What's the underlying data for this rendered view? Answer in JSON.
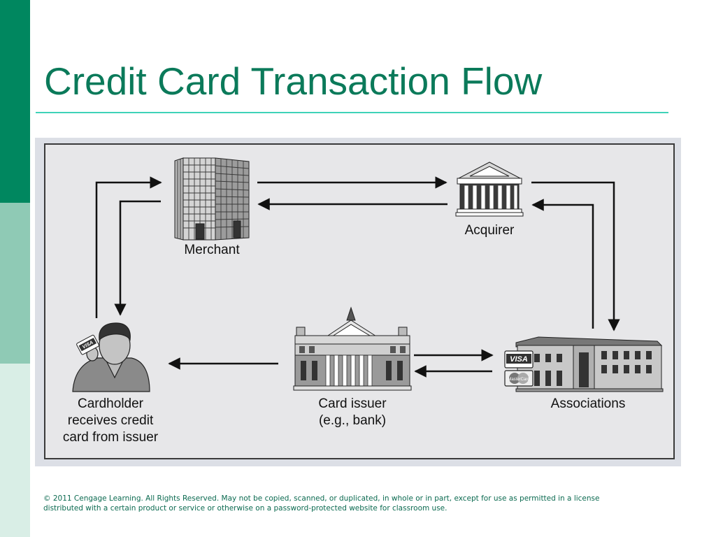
{
  "slide": {
    "title": "Credit Card Transaction Flow",
    "footer": [
      "© 2011 Cengage Learning. All Rights Reserved. May not be copied, scanned, or duplicated, in whole or in part, except for use as permitted in a license",
      "distributed with a certain product or service or otherwise on a password-protected website for classroom use."
    ]
  },
  "colors": {
    "sidebar_dark": "#00875f",
    "sidebar_mid": "#8fcab5",
    "sidebar_light": "#d9eee6",
    "title": "#0b7a5a",
    "rule": "#3fd3b8"
  },
  "diagram": {
    "nodes": {
      "merchant": {
        "label": "Merchant",
        "icon": "office-building-icon"
      },
      "acquirer": {
        "label": "Acquirer",
        "icon": "bank-columns-icon"
      },
      "associations": {
        "label": "Associations",
        "icon": "associations-building-icon"
      },
      "issuer": {
        "label": [
          "Card issuer",
          "(e.g., bank)"
        ],
        "icon": "civic-building-icon"
      },
      "cardholder": {
        "label": [
          "Cardholder",
          "receives credit",
          "card from issuer"
        ],
        "icon": "cardholder-person-icon"
      }
    },
    "cards": {
      "visa": "VISA",
      "mastercard": "MasterCard"
    }
  }
}
